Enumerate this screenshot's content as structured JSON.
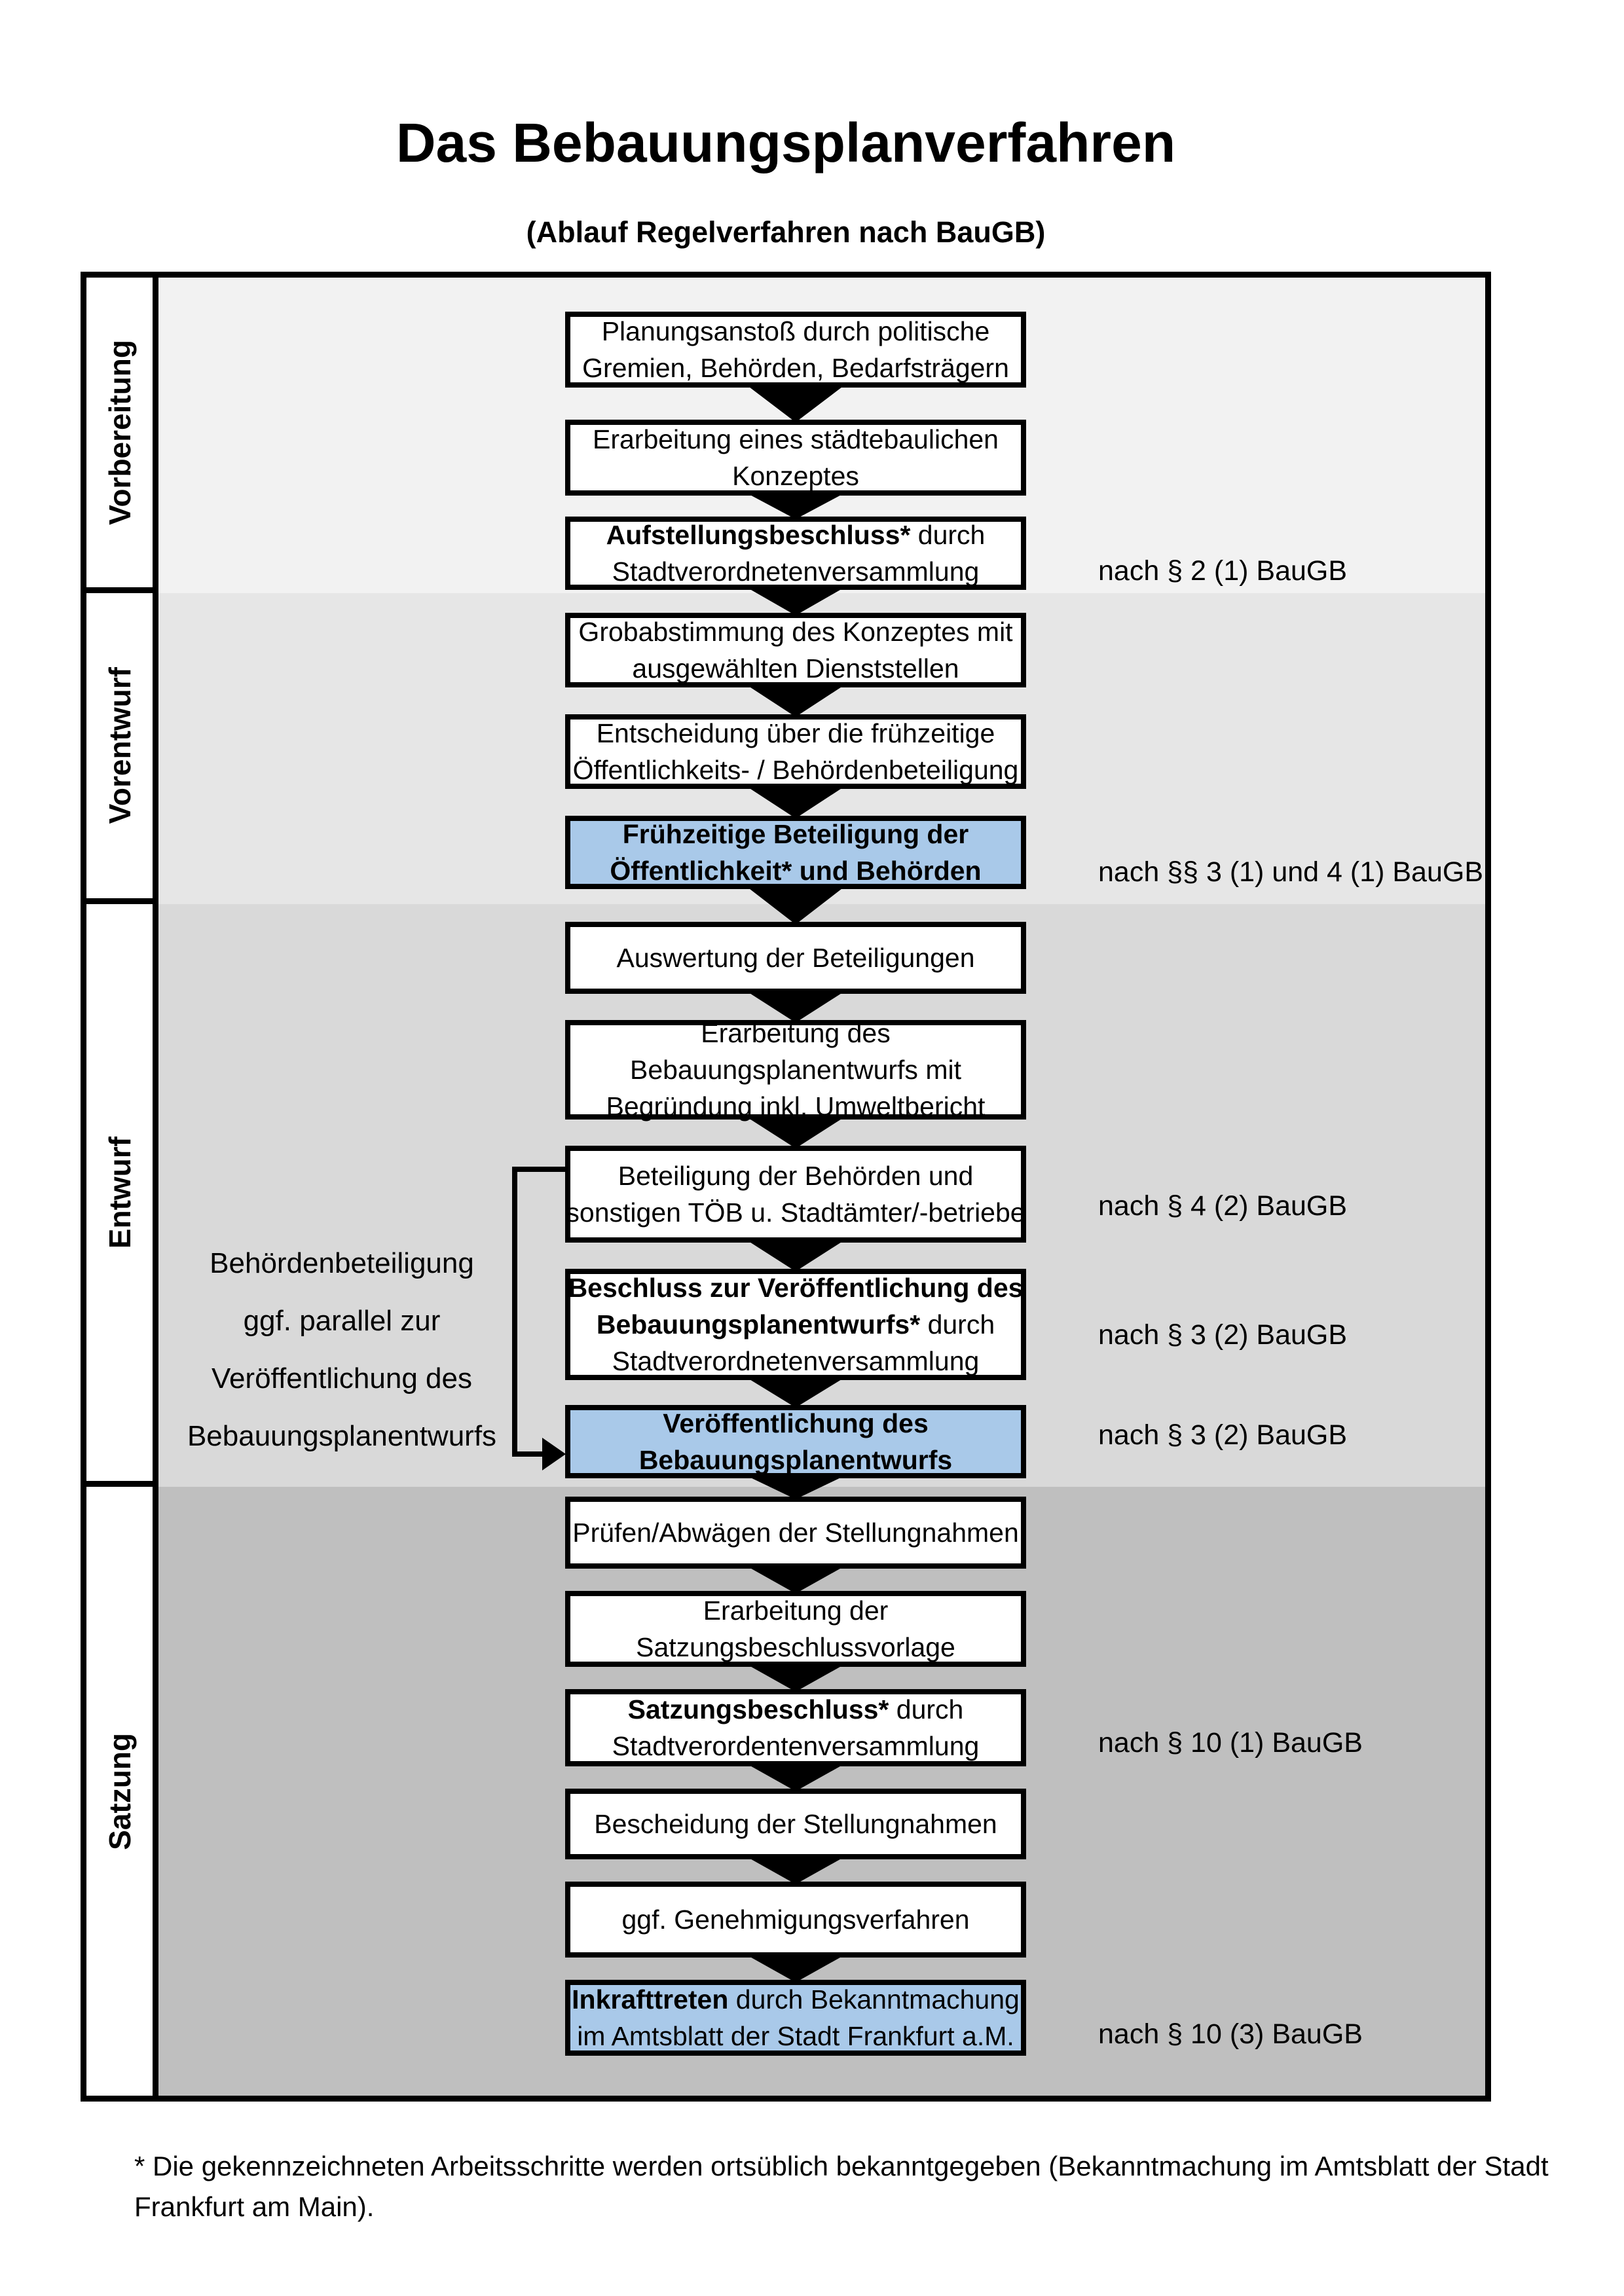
{
  "title": "Das Bebauungsplanverfahren",
  "subtitle": "(Ablauf Regelverfahren nach BauGB)",
  "phases": [
    {
      "label": "Vorbereitung"
    },
    {
      "label": "Vorentwurf"
    },
    {
      "label": "Entwurf"
    },
    {
      "label": "Satzung"
    }
  ],
  "flow": {
    "boxes": [
      {
        "highlight": false,
        "lines": [
          {
            "b": "",
            "r": "Planungsanstoß durch politische"
          },
          {
            "b": "",
            "r": "Gremien, Behörden, Bedarfsträgern"
          }
        ]
      },
      {
        "highlight": false,
        "lines": [
          {
            "b": "",
            "r": "Erarbeitung eines städtebaulichen"
          },
          {
            "b": "",
            "r": "Konzeptes"
          }
        ]
      },
      {
        "highlight": false,
        "lines": [
          {
            "b": "Aufstellungsbeschluss*",
            "r": " durch"
          },
          {
            "b": "",
            "r": "Stadtverordnetenversammlung"
          }
        ]
      },
      {
        "highlight": false,
        "lines": [
          {
            "b": "",
            "r": "Grobabstimmung des Konzeptes mit"
          },
          {
            "b": "",
            "r": "ausgewählten Dienststellen"
          }
        ]
      },
      {
        "highlight": false,
        "lines": [
          {
            "b": "",
            "r": "Entscheidung über die frühzeitige"
          },
          {
            "b": "",
            "r": "Öffentlichkeits- / Behördenbeteiligung"
          }
        ]
      },
      {
        "highlight": true,
        "lines": [
          {
            "b": "Frühzeitige Beteiligung der",
            "r": ""
          },
          {
            "b": "Öffentlichkeit* und Behörden",
            "r": ""
          }
        ]
      },
      {
        "highlight": false,
        "lines": [
          {
            "b": "",
            "r": "Auswertung der Beteiligungen"
          }
        ]
      },
      {
        "highlight": false,
        "lines": [
          {
            "b": "",
            "r": "Erarbeitung des"
          },
          {
            "b": "",
            "r": "Bebauungsplanentwurfs mit"
          },
          {
            "b": "",
            "r": "Begründung inkl. Umweltbericht"
          }
        ]
      },
      {
        "highlight": false,
        "lines": [
          {
            "b": "",
            "r": "Beteiligung der Behörden und"
          },
          {
            "b": "",
            "r": "sonstigen TÖB u. Stadtämter/-betriebe"
          }
        ]
      },
      {
        "highlight": false,
        "lines": [
          {
            "b": "Beschluss zur Veröffentlichung des",
            "r": ""
          },
          {
            "b": "Bebauungsplanentwurfs*",
            "r": " durch"
          },
          {
            "b": "",
            "r": "Stadtverordnetenversammlung"
          }
        ]
      },
      {
        "highlight": true,
        "lines": [
          {
            "b": "Veröffentlichung des",
            "r": ""
          },
          {
            "b": "Bebauungsplanentwurfs",
            "r": ""
          }
        ]
      },
      {
        "highlight": false,
        "lines": [
          {
            "b": "",
            "r": "Prüfen/Abwägen der Stellungnahmen"
          }
        ]
      },
      {
        "highlight": false,
        "lines": [
          {
            "b": "",
            "r": "Erarbeitung der"
          },
          {
            "b": "",
            "r": "Satzungsbeschlussvorlage"
          }
        ]
      },
      {
        "highlight": false,
        "lines": [
          {
            "b": "Satzungsbeschluss*",
            "r": " durch"
          },
          {
            "b": "",
            "r": "Stadtverordentenversammlung"
          }
        ]
      },
      {
        "highlight": false,
        "lines": [
          {
            "b": "",
            "r": "Bescheidung der Stellungnahmen"
          }
        ]
      },
      {
        "highlight": false,
        "lines": [
          {
            "b": "",
            "r": "ggf. Genehmigungsverfahren"
          }
        ]
      },
      {
        "highlight": true,
        "lines": [
          {
            "b": "Inkrafttreten",
            "r": " durch Bekanntmachung"
          },
          {
            "b": "",
            "r": "im Amtsblatt der Stadt Frankfurt a.M."
          }
        ]
      }
    ]
  },
  "side_note": {
    "lines": [
      "Behördenbeteiligung",
      "ggf. parallel zur",
      "Veröffentlichung des",
      "Bebauungsplanentwurfs"
    ]
  },
  "legal_refs": [
    {
      "text": "nach § 2 (1) BauGB"
    },
    {
      "text": "nach §§ 3 (1) und 4 (1) BauGB"
    },
    {
      "text": "nach § 4 (2) BauGB"
    },
    {
      "text": "nach § 3 (2) BauGB"
    },
    {
      "text": "nach § 3 (2) BauGB"
    },
    {
      "text": "nach § 10 (1) BauGB"
    },
    {
      "text": "nach § 10 (3) BauGB"
    }
  ],
  "footnote": {
    "line1": "* Die gekennzeichneten Arbeitsschritte werden ortsüblich bekanntgegeben (Bekanntmachung im Amtsblatt  der Stadt",
    "line2": "Frankfurt am Main)."
  },
  "colors": {
    "accent_blue": "#a9c9e9",
    "box_bg": "#ffffff",
    "line_black": "#000000",
    "section_vorbereitung": "#f2f2f2",
    "section_vorentwurf": "#e6e6e6",
    "section_entwurf": "#d9d9d9",
    "section_satzung": "#bfbfbf"
  }
}
